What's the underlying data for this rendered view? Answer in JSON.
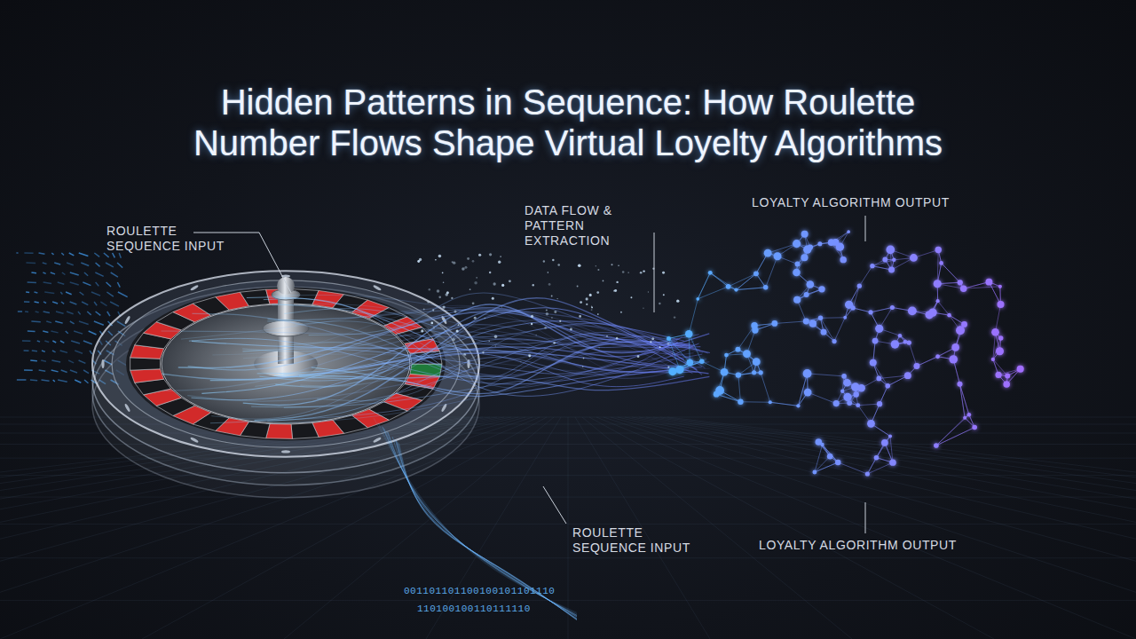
{
  "diagram": {
    "title": "Hidden Patterns in Sequence: How Roulette Number Flows Shape Virtual Loyelty Algorithms",
    "labels": [
      "ROULETTE SEQUENCE INPUT",
      "DATA FLOW & PATTERN EXTRACTION",
      "LOYALTY ALGORITHM OUTPUT",
      "ROULETTE SEQUENCE INPUT",
      "LOYALTY ALGORITHM OUTPUT",
      "001101101100100101101110",
      "110100100110111110"
    ]
  }
}
